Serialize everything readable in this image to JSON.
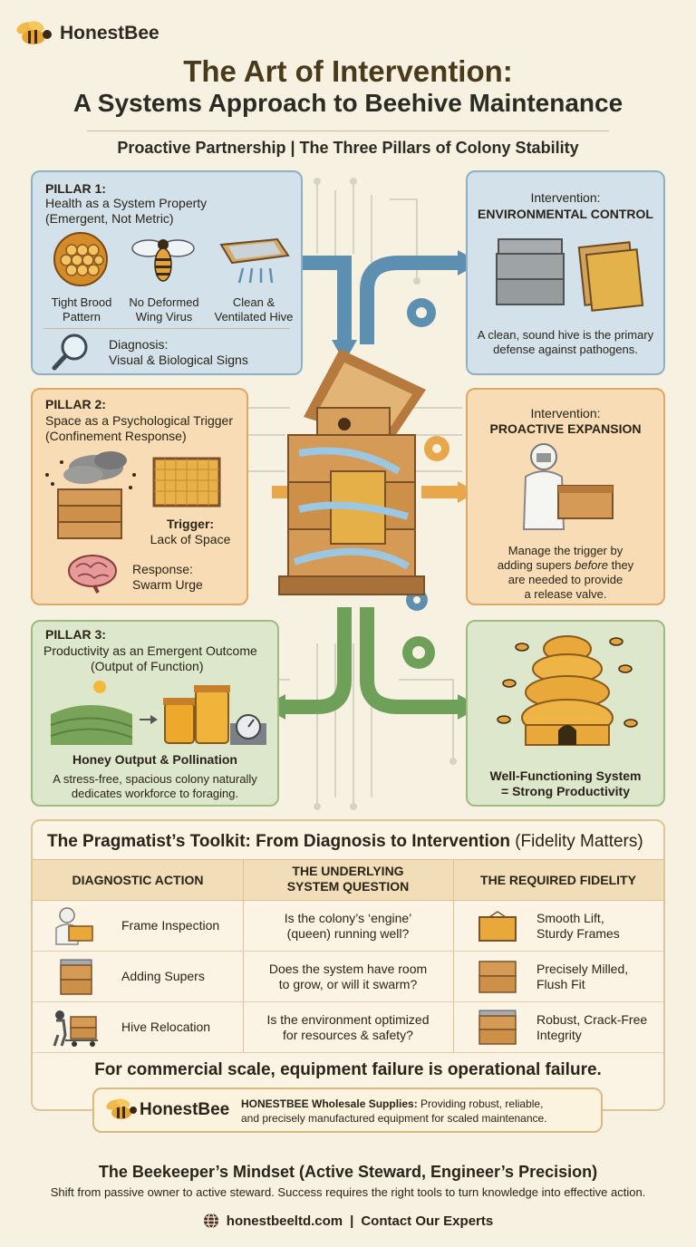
{
  "brand": {
    "name": "HonestBee"
  },
  "title": {
    "line1": "The Art of Intervention:",
    "line2": "A Systems Approach to Beehive Maintenance"
  },
  "subtitle": "Proactive Partnership | The Three Pillars of Colony Stability",
  "pillar1": {
    "label": "PILLAR 1:",
    "heading": "Health as a System Property",
    "subheading": "(Emergent, Not Metric)",
    "signs": [
      {
        "line1": "Tight Brood",
        "line2": "Pattern",
        "icon": "brood-comb-icon"
      },
      {
        "line1": "No Deformed",
        "line2": "Wing Virus",
        "icon": "bee-icon"
      },
      {
        "line1": "Clean &",
        "line2": "Ventilated Hive",
        "icon": "ventilated-box-icon"
      }
    ],
    "diagnosis_label": "Diagnosis:",
    "diagnosis_text": "Visual & Biological Signs"
  },
  "intervention1": {
    "label": "Intervention:",
    "heading": "ENVIRONMENTAL CONTROL",
    "text1": "A clean, sound hive is the primary",
    "text2": "defense against pathogens."
  },
  "pillar2": {
    "label": "PILLAR 2:",
    "heading": "Space as a Psychological Trigger",
    "subheading": "(Confinement Response)",
    "trigger_label": "Trigger:",
    "trigger_text": "Lack of Space",
    "response_label": "Response:",
    "response_text": "Swarm Urge"
  },
  "intervention2": {
    "label": "Intervention:",
    "heading": "PROACTIVE EXPANSION",
    "text_lines": [
      "Manage the trigger by",
      "are needed to provide",
      "a release valve."
    ],
    "text_pre": "adding supers ",
    "text_em": "before",
    "text_post": " they"
  },
  "pillar3": {
    "label": "PILLAR 3:",
    "heading": "Productivity as an Emergent Outcome",
    "subheading": "(Output of Function)",
    "output": "Honey Output & Pollination",
    "text1": "A stress-free, spacious colony naturally",
    "text2": "dedicates workforce to foraging."
  },
  "outcome": {
    "line1": "Well-Functioning System",
    "line2": "= Strong Productivity"
  },
  "toolkit": {
    "title": "The Pragmatist’s Toolkit: From Diagnosis to Intervention",
    "title_suffix": "(Fidelity Matters)",
    "headers": [
      "DIAGNOSTIC ACTION",
      "THE UNDERLYING SYSTEM QUESTION",
      "THE REQUIRED FIDELITY"
    ],
    "rows": [
      {
        "action": "Frame Inspection",
        "q1": "Is the colony’s ‘engine’",
        "q2": "(queen) running well?",
        "f1": "Smooth Lift,",
        "f2": "Sturdy Frames"
      },
      {
        "action": "Adding Supers",
        "q1": "Does the system have room",
        "q2": "to grow, or will it swarm?",
        "f1": "Precisely Milled,",
        "f2": "Flush Fit"
      },
      {
        "action": "Hive Relocation",
        "q1": "Is the environment optimized",
        "q2": "for resources & safety?",
        "f1": "Robust, Crack-Free",
        "f2": "Integrity"
      }
    ],
    "footer": "For commercial scale, equipment failure is operational failure."
  },
  "supplier": {
    "brand": "HonestBee",
    "label": "HONESTBEE Wholesale Supplies:",
    "text1": " Providing robust, reliable,",
    "text2": "and precisely manufactured equipment for scaled maintenance."
  },
  "mindset": {
    "title": "The Beekeeper’s Mindset (Active Steward, Engineer’s Precision)",
    "text": "Shift from passive owner to active steward. Success requires the right tools to turn knowledge into effective action."
  },
  "contact": {
    "website": "honestbeeltd.com",
    "separator": "|",
    "cta": "Contact Our Experts"
  },
  "colors": {
    "blue": "#d3e2ea",
    "orange": "#f8dcb5",
    "green": "#dde7cc",
    "honey": "#e8a93a",
    "wood": "#c98f4a"
  }
}
